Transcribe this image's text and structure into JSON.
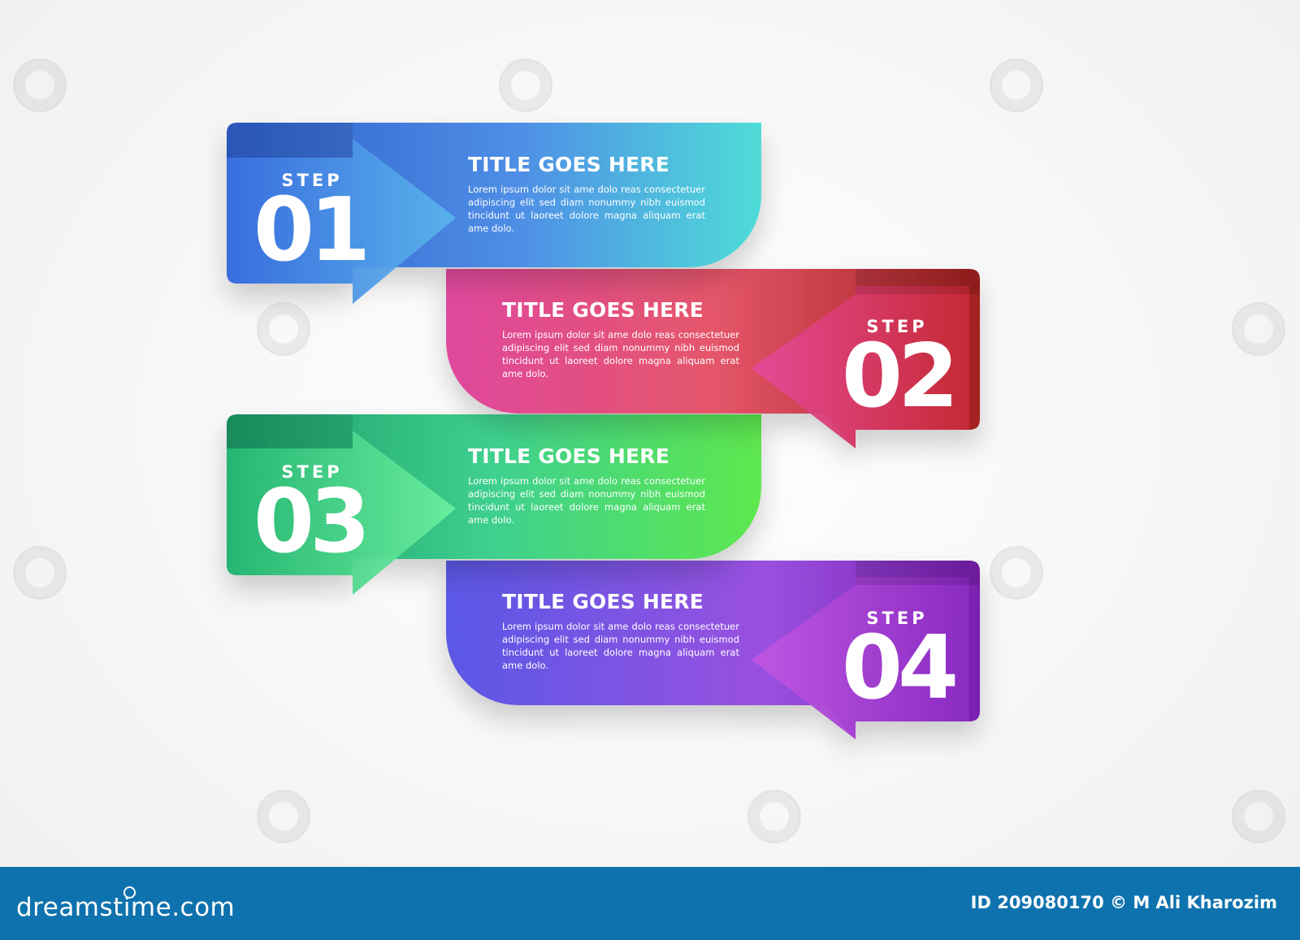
{
  "steps": [
    {
      "step_label": "STEP",
      "number": "01",
      "title": "TITLE GOES HERE",
      "body": "Lorem ipsum dolor sit ame dolo reas consectetuer adipiscing elit sed diam nonummy nibh euismod tincidunt ut laoreet dolore magna aliquam erat ame dolo.",
      "gradient": [
        "#2f5fcc",
        "#4f8fe6",
        "#4fdcd8"
      ],
      "arrow_gradient": [
        "#3a6ee0",
        "#5ab6ec"
      ]
    },
    {
      "step_label": "STEP",
      "number": "02",
      "title": "TITLE GOES HERE",
      "body": "Lorem ipsum dolor sit ame dolo reas consectetuer adipiscing elit sed diam nonummy nibh euismod tincidunt ut laoreet dolore magna aliquam erat ame dolo.",
      "gradient": [
        "#e0489e",
        "#e5566a",
        "#a3201f"
      ],
      "arrow_gradient": [
        "#e54a9a",
        "#c82a36"
      ]
    },
    {
      "step_label": "STEP",
      "number": "03",
      "title": "TITLE GOES HERE",
      "body": "Lorem ipsum dolor sit ame dolo reas consectetuer adipiscing elit sed diam nonummy nibh euismod tincidunt ut laoreet dolore magna aliquam erat ame dolo.",
      "gradient": [
        "#1a9a66",
        "#3fd08f",
        "#5ee84e"
      ],
      "arrow_gradient": [
        "#27b873",
        "#6cf0a0"
      ]
    },
    {
      "step_label": "STEP",
      "number": "04",
      "title": "TITLE GOES HERE",
      "body": "Lorem ipsum dolor sit ame dolo reas consectetuer adipiscing elit sed diam nonummy nibh euismod tincidunt ut laoreet dolore magna aliquam erat ame dolo.",
      "gradient": [
        "#5a58e6",
        "#9a50e0",
        "#7a1fb0"
      ],
      "arrow_gradient": [
        "#c157e3",
        "#8a2bc2"
      ]
    }
  ],
  "footer": {
    "logo": "dreamstime.com",
    "credit": "ID 209080170 © M Ali Kharozim",
    "background": "#0e72ae"
  }
}
